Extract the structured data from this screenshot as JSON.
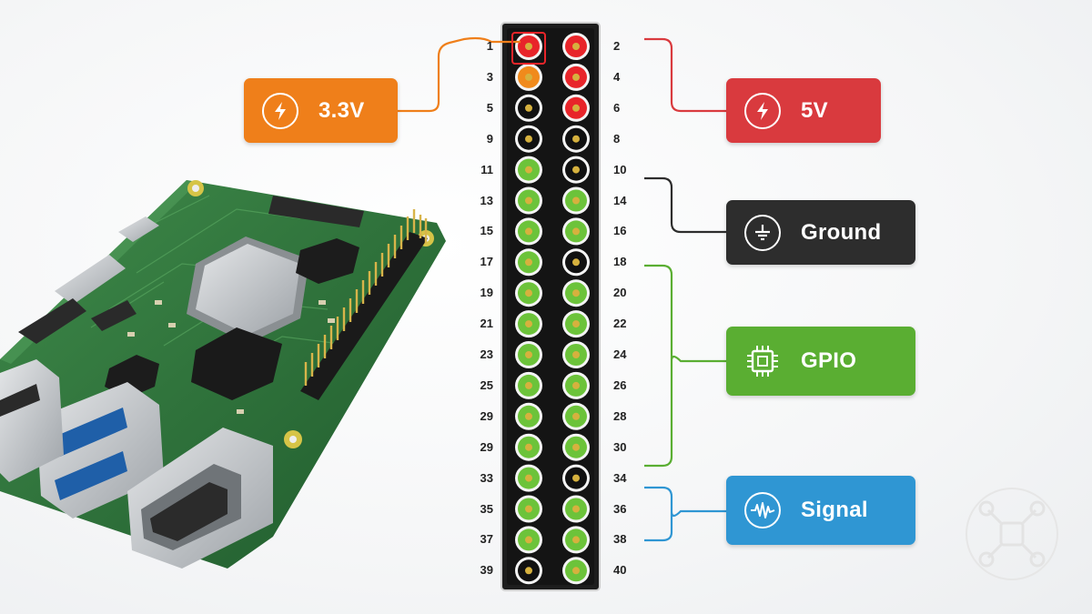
{
  "header": {
    "left_pins": [
      "1",
      "3",
      "5",
      "9",
      "11",
      "13",
      "15",
      "17",
      "19",
      "21",
      "23",
      "25",
      "29",
      "29",
      "33",
      "35",
      "37",
      "39"
    ],
    "right_pins": [
      "2",
      "4",
      "6",
      "8",
      "10",
      "14",
      "16",
      "18",
      "20",
      "22",
      "24",
      "26",
      "28",
      "30",
      "34",
      "36",
      "38",
      "40"
    ],
    "left_colors": [
      "red",
      "orange",
      "black",
      "black",
      "green",
      "green",
      "green",
      "green",
      "green",
      "green",
      "green",
      "green",
      "green",
      "green",
      "green",
      "green",
      "green",
      "black"
    ],
    "right_colors": [
      "red",
      "red",
      "red",
      "black",
      "black",
      "green",
      "green",
      "black",
      "green",
      "green",
      "green",
      "green",
      "green",
      "green",
      "black",
      "green",
      "green",
      "green"
    ]
  },
  "legend": {
    "v33": "3.3V",
    "v5": "5V",
    "ground": "Ground",
    "gpio": "GPIO",
    "signal": "Signal"
  },
  "colors": {
    "v33": "#ef7f1a",
    "v5": "#d93a3e",
    "ground": "#2d2d2d",
    "gpio": "#5aae32",
    "signal": "#2f96d3",
    "pin_red": "#e8252a",
    "pin_orange": "#f08a1c",
    "pin_green": "#6cc33a",
    "pin_black": "#111111"
  },
  "icons": {
    "v33": "lightning-icon",
    "v5": "lightning-icon",
    "ground": "ground-symbol-icon",
    "gpio": "chip-icon",
    "signal": "waveform-icon",
    "watermark": "drone-icon"
  }
}
